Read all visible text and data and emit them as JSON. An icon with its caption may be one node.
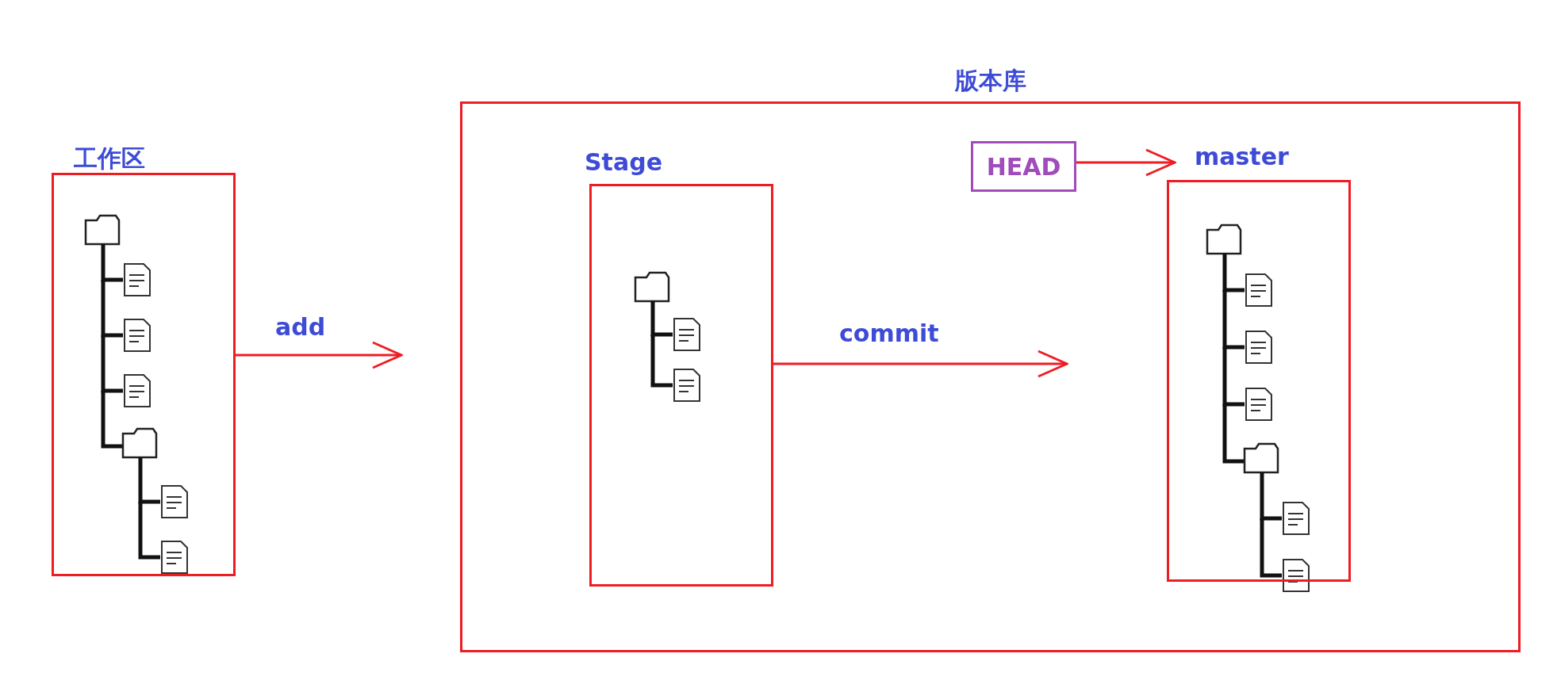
{
  "diagram": {
    "nodes": [
      {
        "text": [
          "工作区"
        ]
      },
      {
        "text": [
          "版本库"
        ]
      },
      {
        "text": [
          "Stage"
        ],
        "in": 1
      },
      {
        "text": [
          "HEAD"
        ],
        "in": 1
      },
      {
        "text": [
          "master"
        ],
        "in": 1
      }
    ],
    "edges": [
      {
        "from": 0,
        "to": 1,
        "arrow": "to",
        "label": "add"
      },
      {
        "from": 2,
        "to": 4,
        "arrow": "to",
        "label": "commit"
      },
      {
        "from": 3,
        "to": 4,
        "arrow": "to"
      }
    ]
  }
}
